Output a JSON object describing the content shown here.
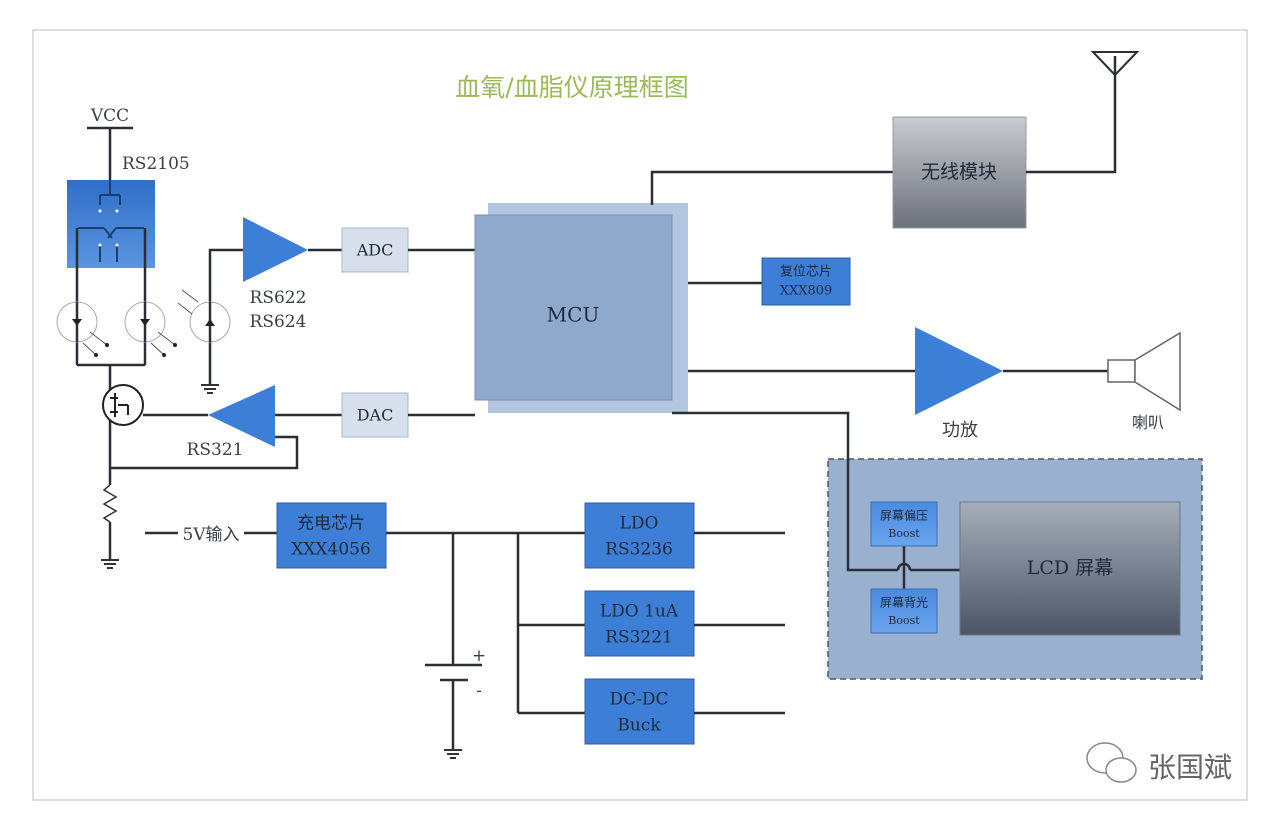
{
  "title": "血氧/血脂仪原理框图",
  "colors": {
    "title": "#9bbb59",
    "blue_block": "#3d7fd6",
    "light_block": "#d6dfeb",
    "mcu": "#8fa9cc",
    "lcd_group": "#9ab0cf",
    "wire": "#2a2f36"
  },
  "labels": {
    "vcc": "VCC",
    "rs2105": "RS2105",
    "rs622": "RS622",
    "rs624": "RS624",
    "rs321": "RS321",
    "input_5v": "5V输入",
    "amp": "功放",
    "speaker": "喇叭",
    "battery_plus": "+",
    "battery_minus": "-"
  },
  "blocks": {
    "adc": "ADC",
    "dac": "DAC",
    "mcu": "MCU",
    "wireless": "无线模块",
    "reset_chip": {
      "line1": "复位芯片",
      "line2": "XXX809"
    },
    "charger": {
      "line1": "充电芯片",
      "line2": "XXX4056"
    },
    "ldo1": {
      "line1": "LDO",
      "line2": "RS3236"
    },
    "ldo2": {
      "line1": "LDO 1uA",
      "line2": "RS3221"
    },
    "dcdc": {
      "line1": "DC-DC",
      "line2": "Buck"
    },
    "bias_boost": {
      "line1": "屏幕偏压",
      "line2": "Boost"
    },
    "backlight_boost": {
      "line1": "屏幕背光",
      "line2": "Boost"
    },
    "lcd": "LCD 屏幕"
  },
  "watermark": "张国斌"
}
